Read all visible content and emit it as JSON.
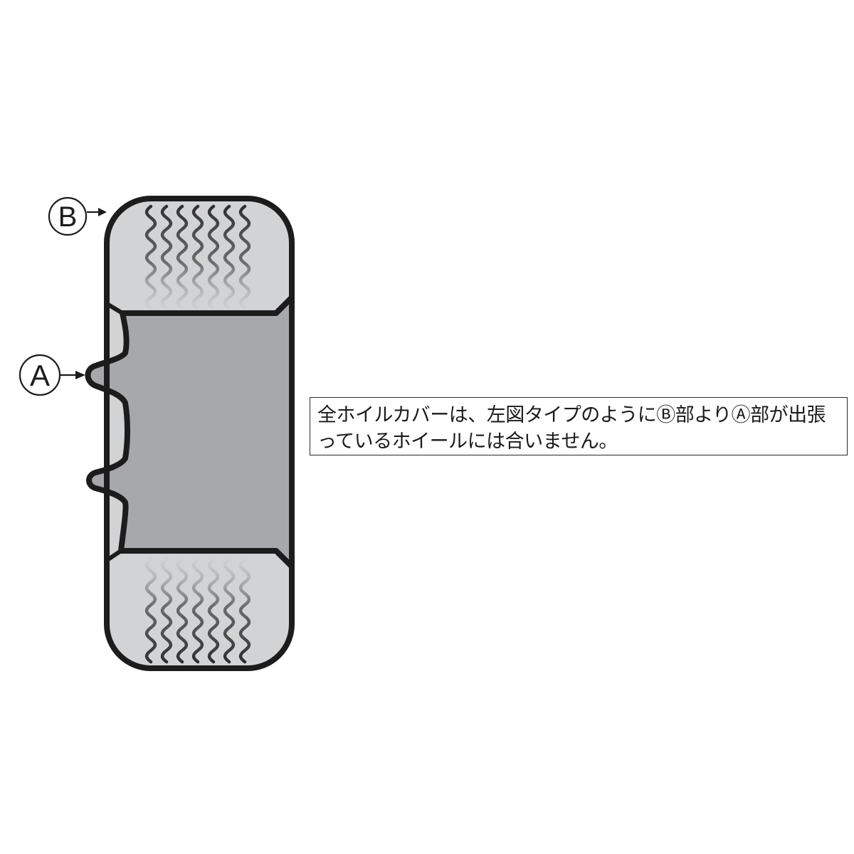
{
  "diagram": {
    "subject": "wheel-cross-section",
    "labels": {
      "A": "A",
      "B": "B"
    },
    "colors": {
      "outline": "#1c1c1c",
      "tire_fill": "#d2d3d5",
      "hub_fill": "#a7a8ab",
      "tread_dark": "#2e2e2e",
      "background": "#ffffff"
    }
  },
  "note": {
    "text": "全ホイルカバーは、左図タイプのようにⒷ部よりⒶ部が出張っているホイールには合いません。"
  }
}
